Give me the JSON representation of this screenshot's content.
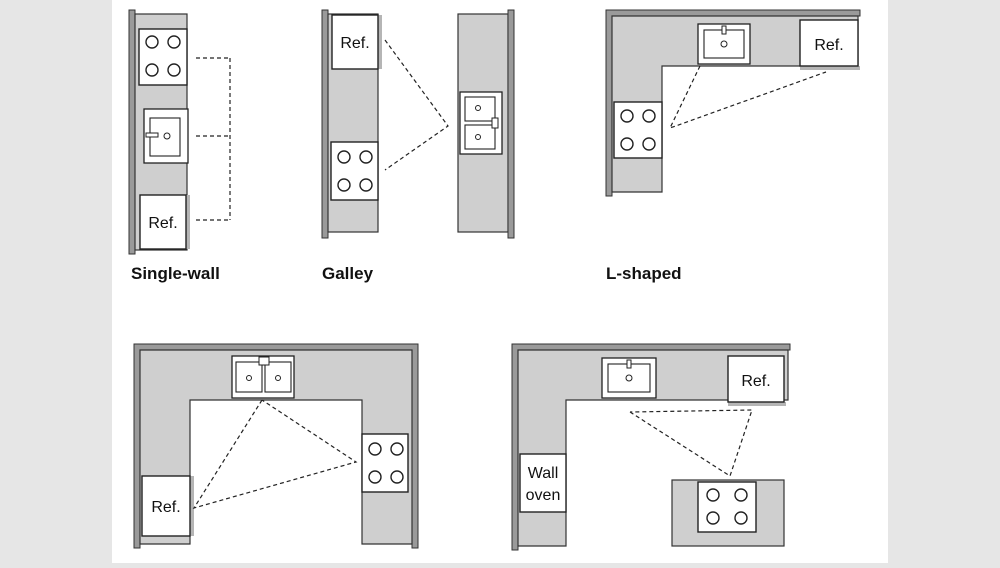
{
  "layouts": [
    {
      "id": "single-wall",
      "title": "Single-wall",
      "ref_label": "Ref."
    },
    {
      "id": "galley",
      "title": "Galley",
      "ref_label": "Ref."
    },
    {
      "id": "l-shaped",
      "title": "L-shaped",
      "ref_label": "Ref."
    },
    {
      "id": "u-shaped",
      "title": "",
      "ref_label": "Ref."
    },
    {
      "id": "l-island",
      "title": "",
      "ref_label": "Ref.",
      "oven_label_line1": "Wall",
      "oven_label_line2": "oven"
    }
  ],
  "colors": {
    "page_background": "#e6e6e6",
    "panel_background": "#ffffff",
    "counter": "#cfcfcf",
    "wall": "#9a9a9a",
    "outline": "#222222"
  },
  "icons": [
    "cooktop-icon",
    "sink-icon",
    "refrigerator-icon",
    "work-triangle"
  ]
}
